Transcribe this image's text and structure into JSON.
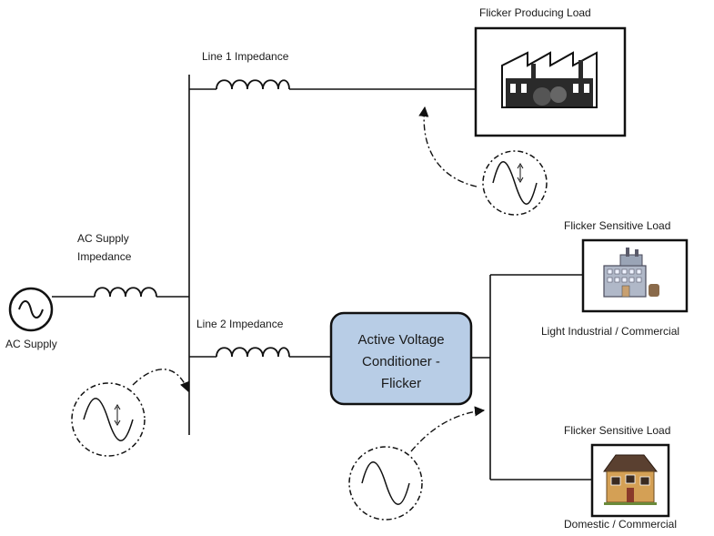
{
  "labels": {
    "line1": "Line 1 Impedance",
    "line2": "Line 2 Impedance",
    "ac_supply_imp_1": "AC Supply",
    "ac_supply_imp_2": "Impedance",
    "ac_supply": "AC Supply",
    "flicker_producing": "Flicker Producing Load",
    "flicker_sensitive_1": "Flicker Sensitive Load",
    "light_industrial": "Light Industrial / Commercial",
    "flicker_sensitive_2": "Flicker Sensitive Load",
    "domestic": "Domestic / Commercial"
  },
  "conditioner": {
    "line1": "Active Voltage",
    "line2": "Conditioner -",
    "line3": "Flicker",
    "fill": "#b8cde6"
  },
  "icons": {
    "factory": "factory-icon",
    "building": "office-building-icon",
    "house": "house-icon",
    "sine": "sine-wave-icon",
    "source": "ac-source-icon"
  }
}
